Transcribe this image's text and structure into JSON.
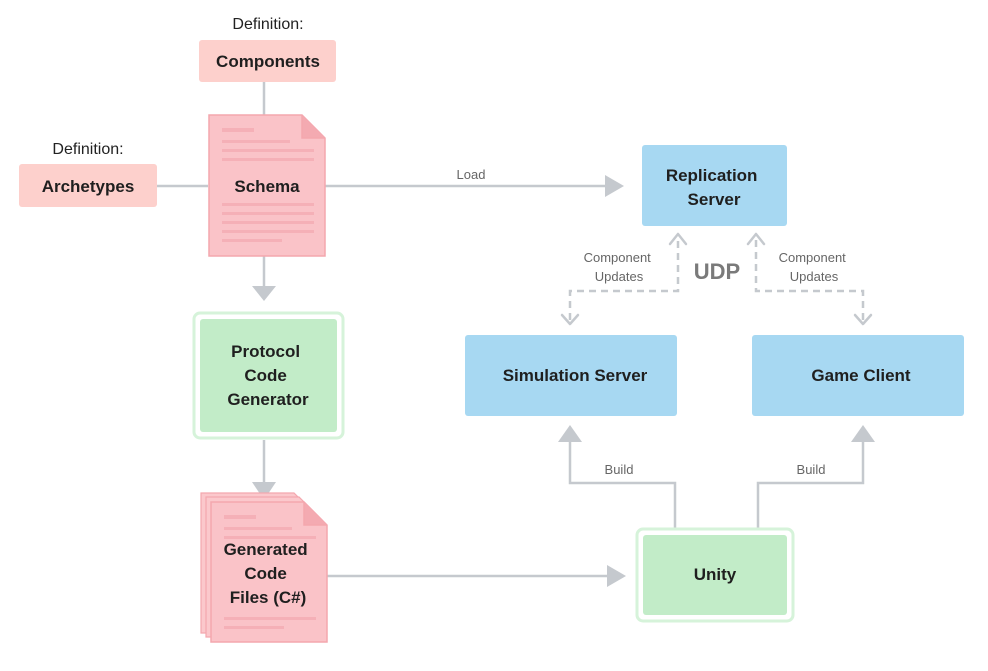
{
  "colors": {
    "connector": "#c5c9ce",
    "pink_fill": "#fdd0cc",
    "doc_fill": "#fac3c8",
    "doc_stroke": "#f4a7ae",
    "green_fill": "#c2ecc8",
    "green_stroke": "#d6f3da",
    "blue_fill": "#a7d8f2"
  },
  "definitions": {
    "components_prefix": "Definition:",
    "archetypes_prefix": "Definition:"
  },
  "nodes": {
    "components": "Components",
    "archetypes": "Archetypes",
    "schema": "Schema",
    "protocol_generator": [
      "Protocol",
      "Code",
      "Generator"
    ],
    "generated_files": [
      "Generated",
      "Code",
      "Files (C#)"
    ],
    "replication_server": [
      "Replication",
      "Server"
    ],
    "simulation_server": "Simulation Server",
    "game_client": "Game Client",
    "unity": "Unity"
  },
  "edges": {
    "load": "Load",
    "udp": "UDP",
    "component_updates_left": [
      "Component",
      "Updates"
    ],
    "component_updates_right": [
      "Component",
      "Updates"
    ],
    "build_left": "Build",
    "build_right": "Build"
  }
}
